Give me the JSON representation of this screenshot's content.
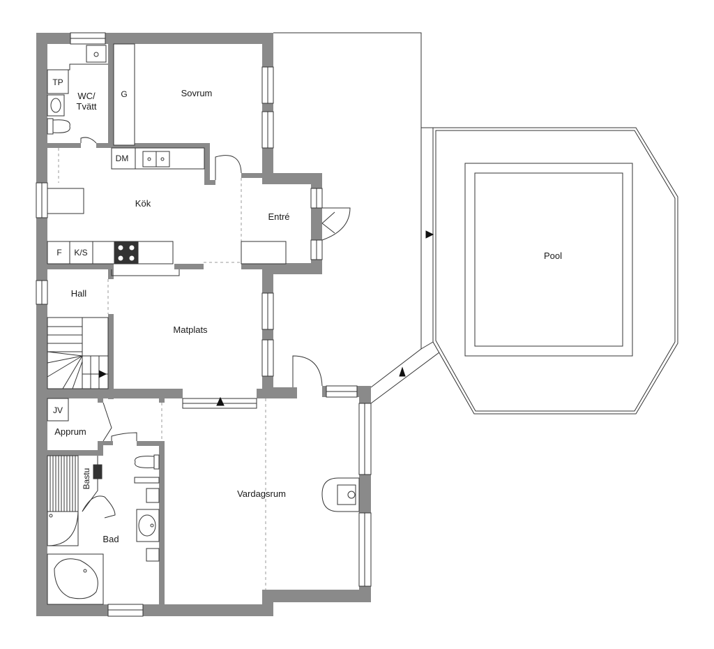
{
  "rooms": {
    "sovrum": "Sovrum",
    "wc_line1": "WC/",
    "wc_line2": "Tvätt",
    "tp": "TP",
    "g": "G",
    "dm": "DM",
    "kok": "Kök",
    "entre": "Entré",
    "f": "F",
    "ks": "K/S",
    "hall": "Hall",
    "matplats": "Matplats",
    "jv": "JV",
    "apprum": "Apprum",
    "bastu": "Bastu",
    "bad": "Bad",
    "vardagsrum": "Vardagsrum",
    "pool": "Pool"
  },
  "colors": {
    "wall": "#8a8a8a",
    "line": "#333333",
    "dashed": "#9a9a9a"
  }
}
